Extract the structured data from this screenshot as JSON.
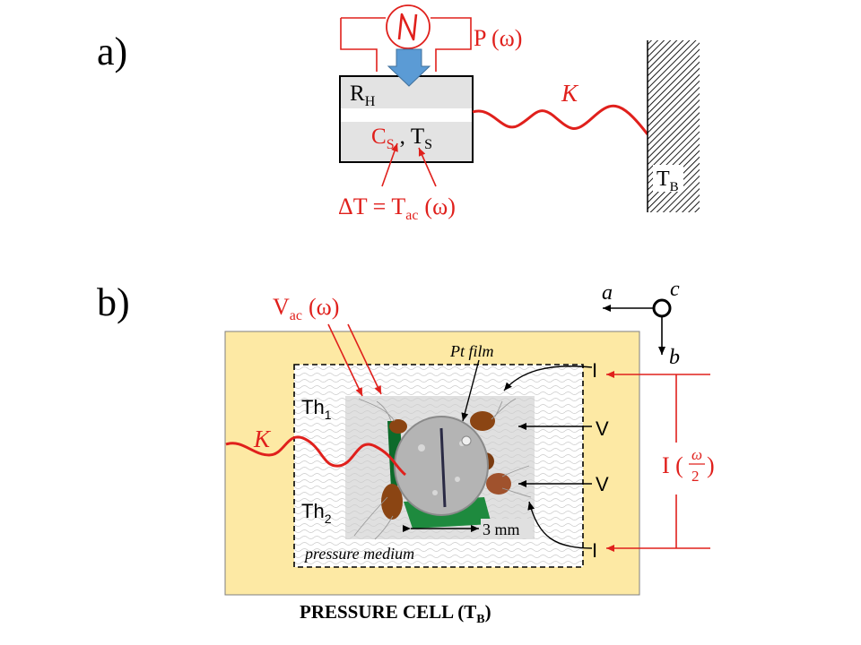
{
  "panel_a": {
    "label": "a)",
    "power_label": "P (ω)",
    "heater_label": "R",
    "heater_sub": "H",
    "cs_label": "C",
    "cs_sub": "S",
    "comma": ",",
    "ts_label": "T",
    "ts_sub": "S",
    "k_label": "K",
    "tb_label": "T",
    "tb_sub": "B",
    "delta_main": "ΔT = T",
    "delta_sub": "ac",
    "delta_omega": "(ω)"
  },
  "panel_b": {
    "label": "b)",
    "vac_main": "V",
    "vac_sub": "ac",
    "vac_omega": "(ω)",
    "k_label": "K",
    "pt_film": "Pt film",
    "th1": "Th",
    "th1_sub": "1",
    "th2": "Th",
    "th2_sub": "2",
    "scale": "3 mm",
    "medium": "pressure medium",
    "cell_main": "PRESSURE CELL (T",
    "cell_sub": "B",
    "cell_close": ")",
    "terminals": [
      "I",
      "V",
      "V",
      "I"
    ],
    "current_main": "I (",
    "current_num": "ω",
    "current_den": "2",
    "current_close": ")",
    "axis_a": "a",
    "axis_b": "b",
    "axis_c": "c"
  },
  "colors": {
    "red": "#e0201c",
    "cell_fill": "#fde9a4",
    "heater_box_fill": "#e3e3e3",
    "arrow_blue": "#5b9bd5"
  }
}
